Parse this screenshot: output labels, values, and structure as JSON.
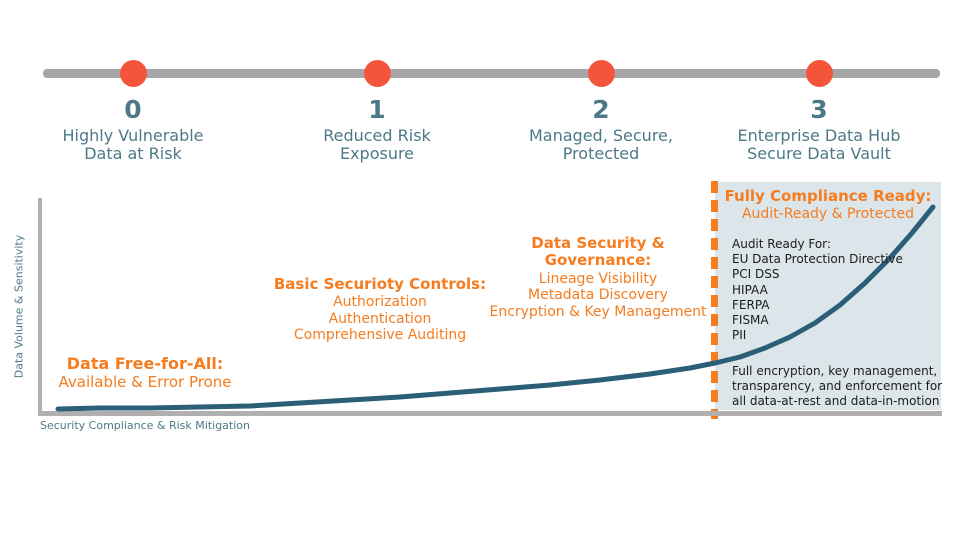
{
  "colors": {
    "orange": "#f57c1f",
    "dot": "#f4553a",
    "teal": "#4d7987",
    "gray_bar": "#a6a6a6",
    "axis": "#b0b0b0",
    "curve": "#2b5e77",
    "box_bg": "#dce5ea",
    "ink": "#1c1c1c"
  },
  "timeline": {
    "stages": [
      {
        "number": "0",
        "label": "Highly Vulnerable\nData at Risk"
      },
      {
        "number": "1",
        "label": "Reduced Risk\nExposure"
      },
      {
        "number": "2",
        "label": "Managed, Secure,\nProtected"
      },
      {
        "number": "3",
        "label": "Enterprise Data Hub\nSecure Data Vault"
      }
    ]
  },
  "chart": {
    "y_axis_label": "Data Volume & Sensitivity",
    "x_axis_label": "Security Compliance & Risk Mitigation",
    "curve_points": [
      [
        58,
        409
      ],
      [
        100,
        408
      ],
      [
        150,
        408
      ],
      [
        200,
        407
      ],
      [
        250,
        406
      ],
      [
        300,
        403
      ],
      [
        350,
        400
      ],
      [
        400,
        397
      ],
      [
        450,
        393
      ],
      [
        500,
        389
      ],
      [
        550,
        385
      ],
      [
        600,
        380
      ],
      [
        650,
        374
      ],
      [
        690,
        368
      ],
      [
        715,
        363
      ],
      [
        740,
        357
      ],
      [
        765,
        348
      ],
      [
        790,
        337
      ],
      [
        815,
        323
      ],
      [
        840,
        305
      ],
      [
        865,
        283
      ],
      [
        890,
        258
      ],
      [
        912,
        233
      ],
      [
        933,
        207
      ]
    ]
  },
  "notes": {
    "free": {
      "title": "Data Free-for-All:",
      "body": "Available & Error Prone"
    },
    "basic": {
      "title": "Basic Securioty Controls:",
      "body": "Authorization\nAuthentication\nComprehensive Auditing"
    },
    "governance": {
      "title": "Data Security &\nGovernance:",
      "body": "Lineage Visibility\nMetadata Discovery\nEncryption & Key Management"
    },
    "vault": {
      "title": "Fully Compliance Ready:",
      "body": "Audit-Ready & Protected"
    }
  },
  "vault": {
    "audit_list": [
      "Audit Ready For:",
      "EU Data Protection Directive",
      "PCI DSS",
      "HIPAA",
      "FERPA",
      "FISMA",
      "PII"
    ],
    "footer": "Full encryption, key management,\ntransparency, and enforcement for\nall data-at-rest and data-in-motion"
  }
}
